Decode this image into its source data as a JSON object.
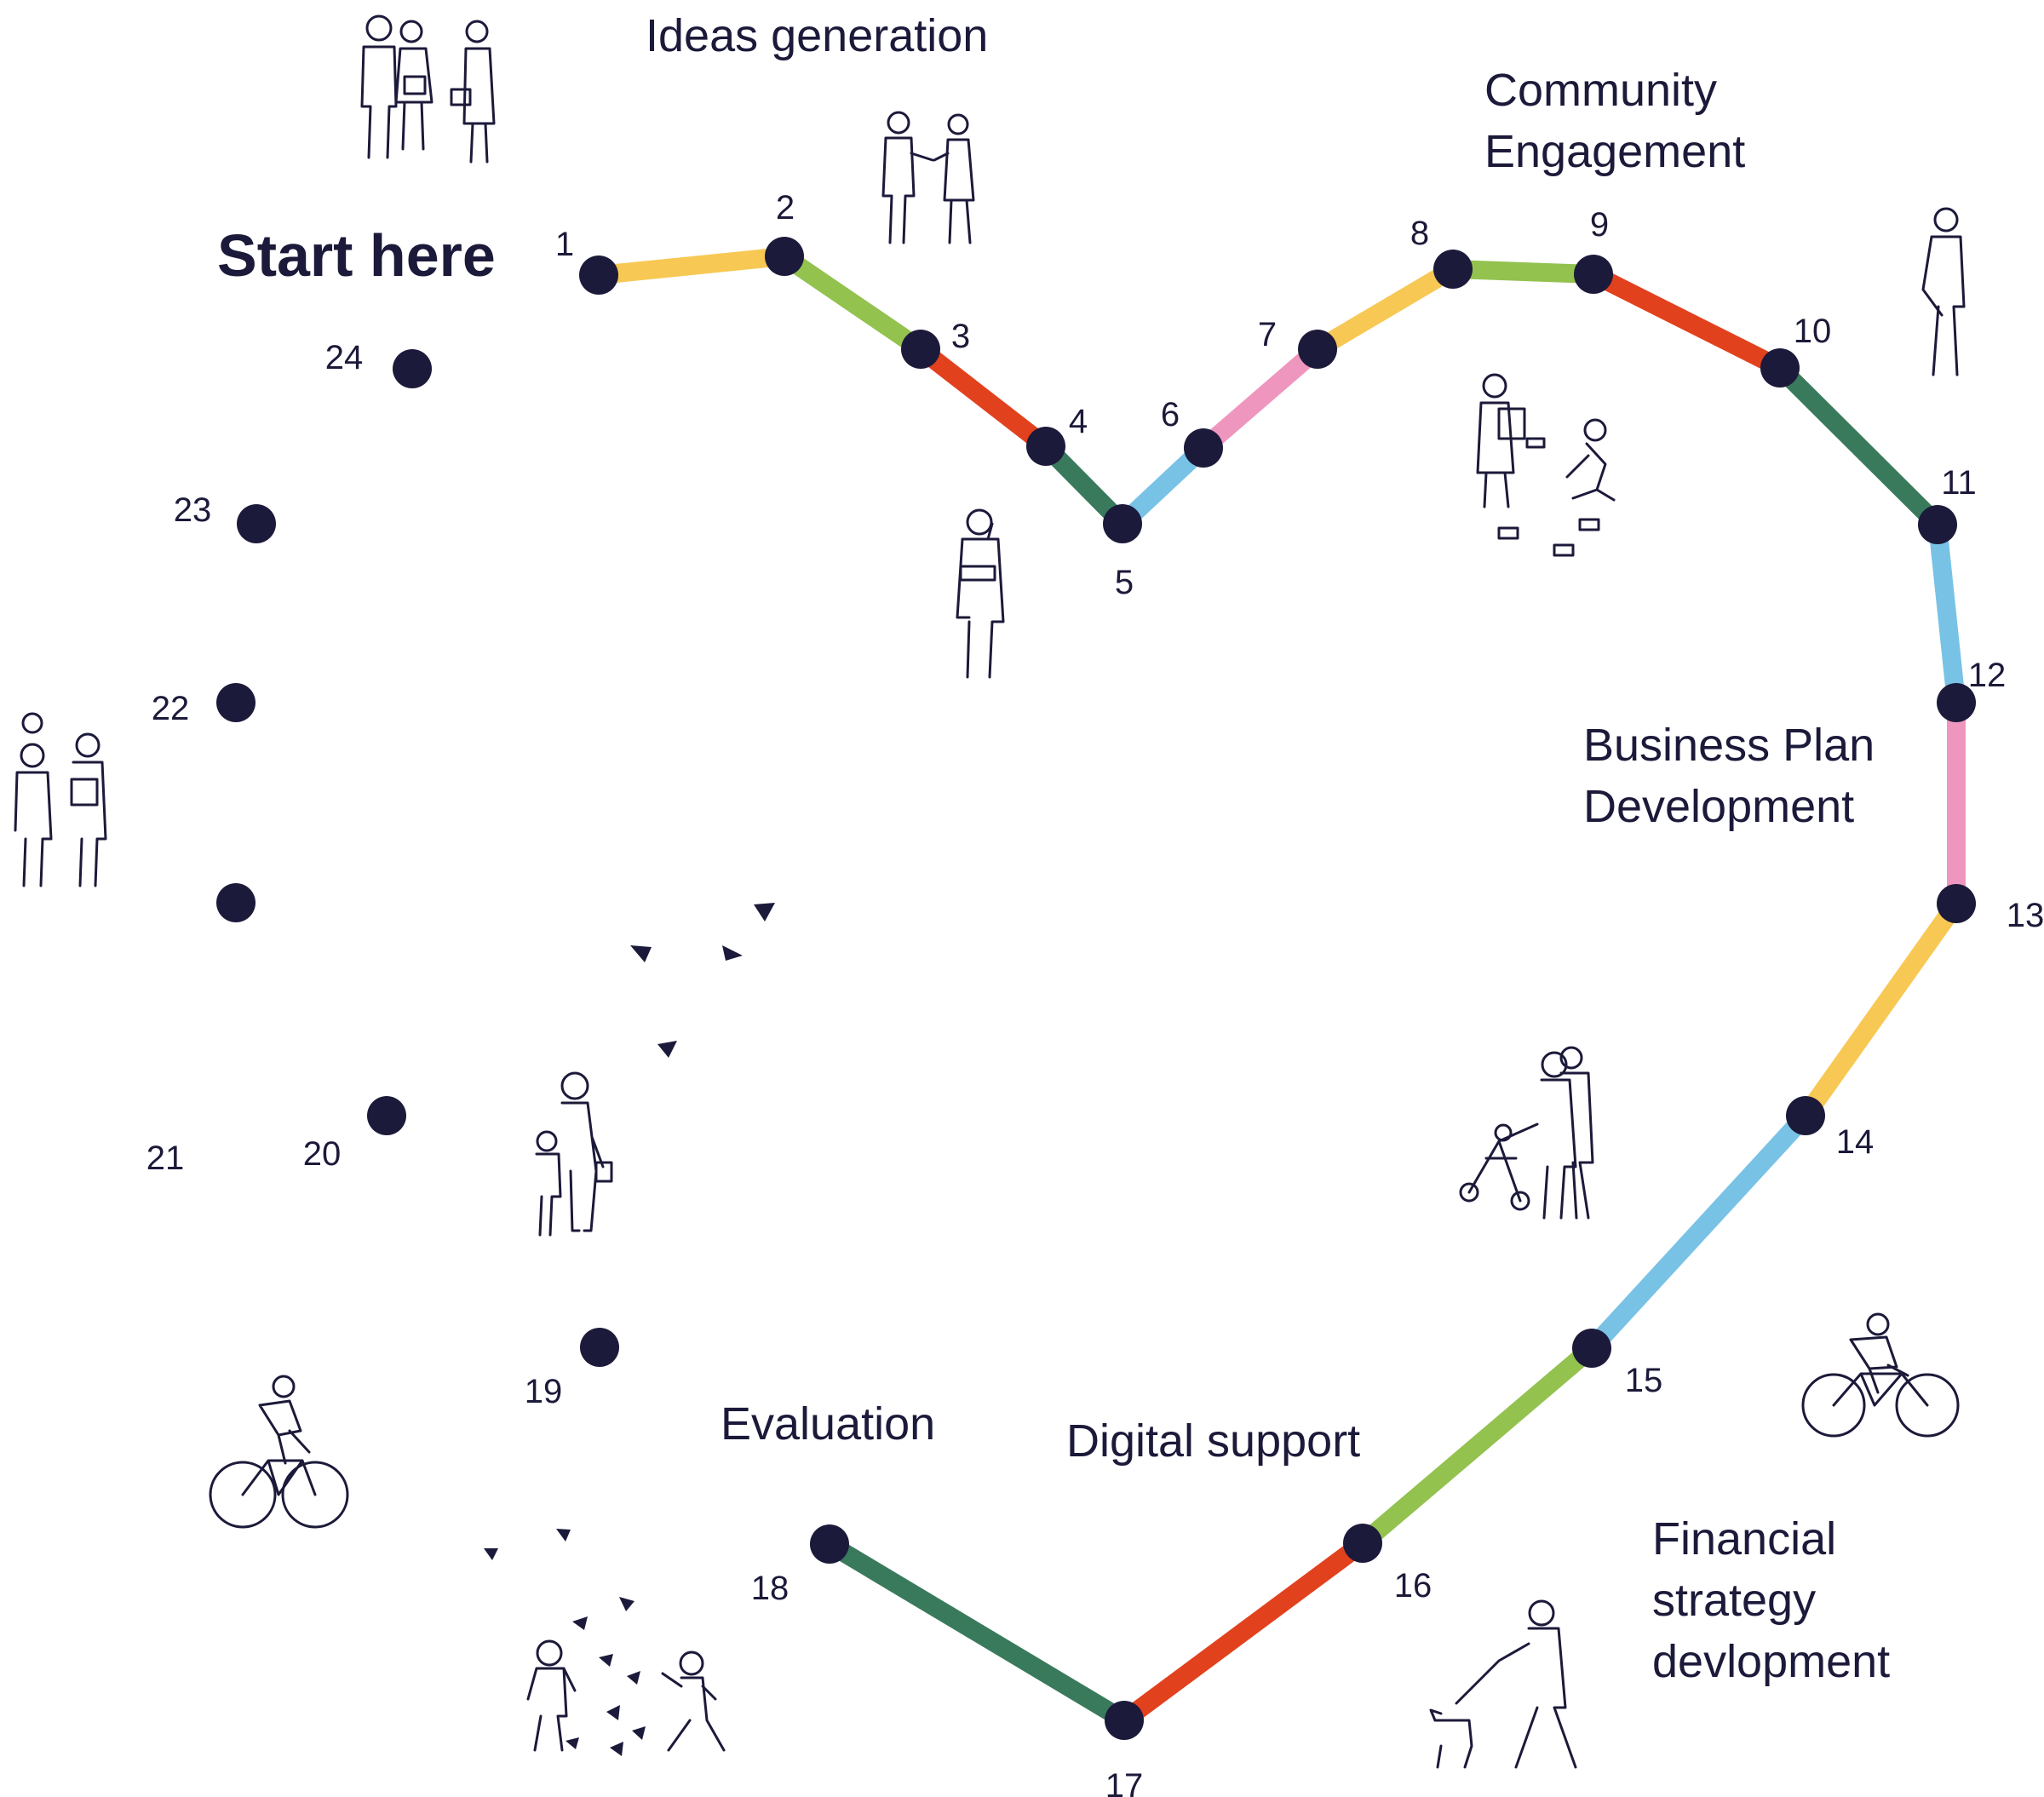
{
  "start_label": "Start here",
  "stages": [
    {
      "id": "ideas",
      "lines": [
        "Ideas generation"
      ]
    },
    {
      "id": "community",
      "lines": [
        "Community",
        "Engagement"
      ]
    },
    {
      "id": "business",
      "lines": [
        "Business Plan",
        "Development"
      ]
    },
    {
      "id": "financial",
      "lines": [
        "Financial",
        "strategy",
        "devlopment"
      ]
    },
    {
      "id": "digital",
      "lines": [
        "Digital support"
      ]
    },
    {
      "id": "evaluation",
      "lines": [
        "Evaluation"
      ]
    }
  ],
  "points": [
    {
      "n": "1"
    },
    {
      "n": "2"
    },
    {
      "n": "3"
    },
    {
      "n": "4"
    },
    {
      "n": "5"
    },
    {
      "n": "6"
    },
    {
      "n": "7"
    },
    {
      "n": "8"
    },
    {
      "n": "9"
    },
    {
      "n": "10"
    },
    {
      "n": "11"
    },
    {
      "n": "12"
    },
    {
      "n": "13"
    },
    {
      "n": "14"
    },
    {
      "n": "15"
    },
    {
      "n": "16"
    },
    {
      "n": "17"
    },
    {
      "n": "18"
    },
    {
      "n": "19"
    },
    {
      "n": "20"
    },
    {
      "n": "21"
    },
    {
      "n": "22"
    },
    {
      "n": "23"
    },
    {
      "n": "24"
    }
  ],
  "segment_colors": [
    "#f8c854",
    "#93c24f",
    "#e2411e",
    "#3a7a5c",
    "#78c2e6",
    "#ef96bf",
    "#f8c854",
    "#93c24f",
    "#e2411e",
    "#3a7a5c",
    "#78c2e6",
    "#ef96bf",
    "#f8c854",
    "#78c2e6",
    "#93c24f",
    "#e2411e",
    "#3a7a5c"
  ],
  "colors": {
    "ink": "#1c1a3a",
    "background": "#ffffff"
  },
  "illustrations": [
    "people-talking-icon",
    "handshake-icon",
    "phone-call-man-icon",
    "volunteers-litter-icon",
    "walking-man-icon",
    "family-walking-icon",
    "mother-child-icon",
    "birds-icon",
    "cyclist-icon",
    "stroller-family-icon",
    "cyclist-icon",
    "dog-walker-icon",
    "children-playing-icon"
  ]
}
